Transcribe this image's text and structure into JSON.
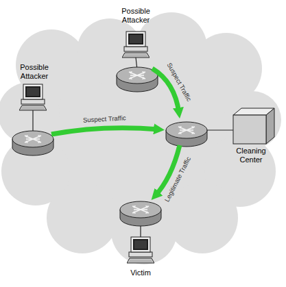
{
  "diagram": {
    "nodes": [
      {
        "text": [
          "Possible Attacker"
        ]
      },
      {
        "text": [
          "Possible Attacker"
        ]
      },
      {
        "text": [
          "Cleaning Center"
        ]
      },
      {
        "text": [
          "Victim"
        ]
      }
    ],
    "labels": [
      "Suspect Traffic",
      "Suspect Traffic",
      "Legitimate Traffic"
    ]
  }
}
